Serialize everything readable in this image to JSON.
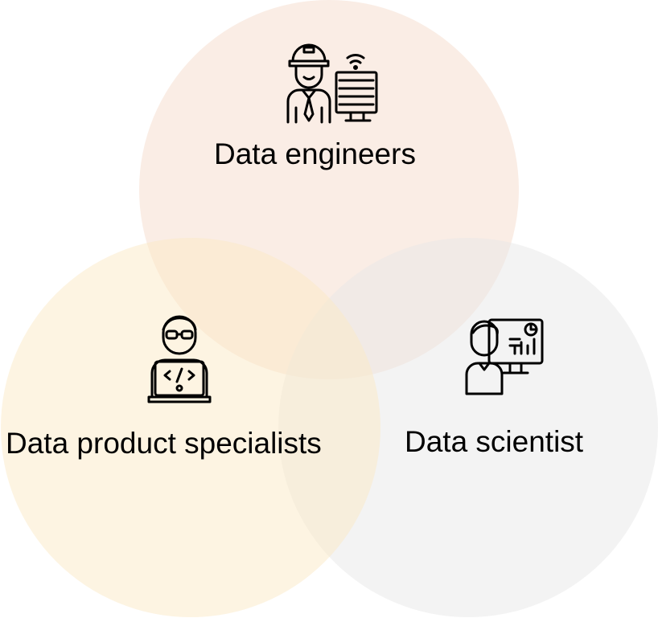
{
  "diagram": {
    "type": "venn",
    "circles": [
      {
        "id": "engineers",
        "label": "Data engineers",
        "icon": "engineer-icon",
        "fill": "#f5dccb"
      },
      {
        "id": "product",
        "label": "Data product specialists",
        "icon": "developer-laptop-icon",
        "fill": "#fbe9c6"
      },
      {
        "id": "scientist",
        "label": "Data scientist",
        "icon": "scientist-dashboard-icon",
        "fill": "#e8e8e8"
      }
    ]
  }
}
